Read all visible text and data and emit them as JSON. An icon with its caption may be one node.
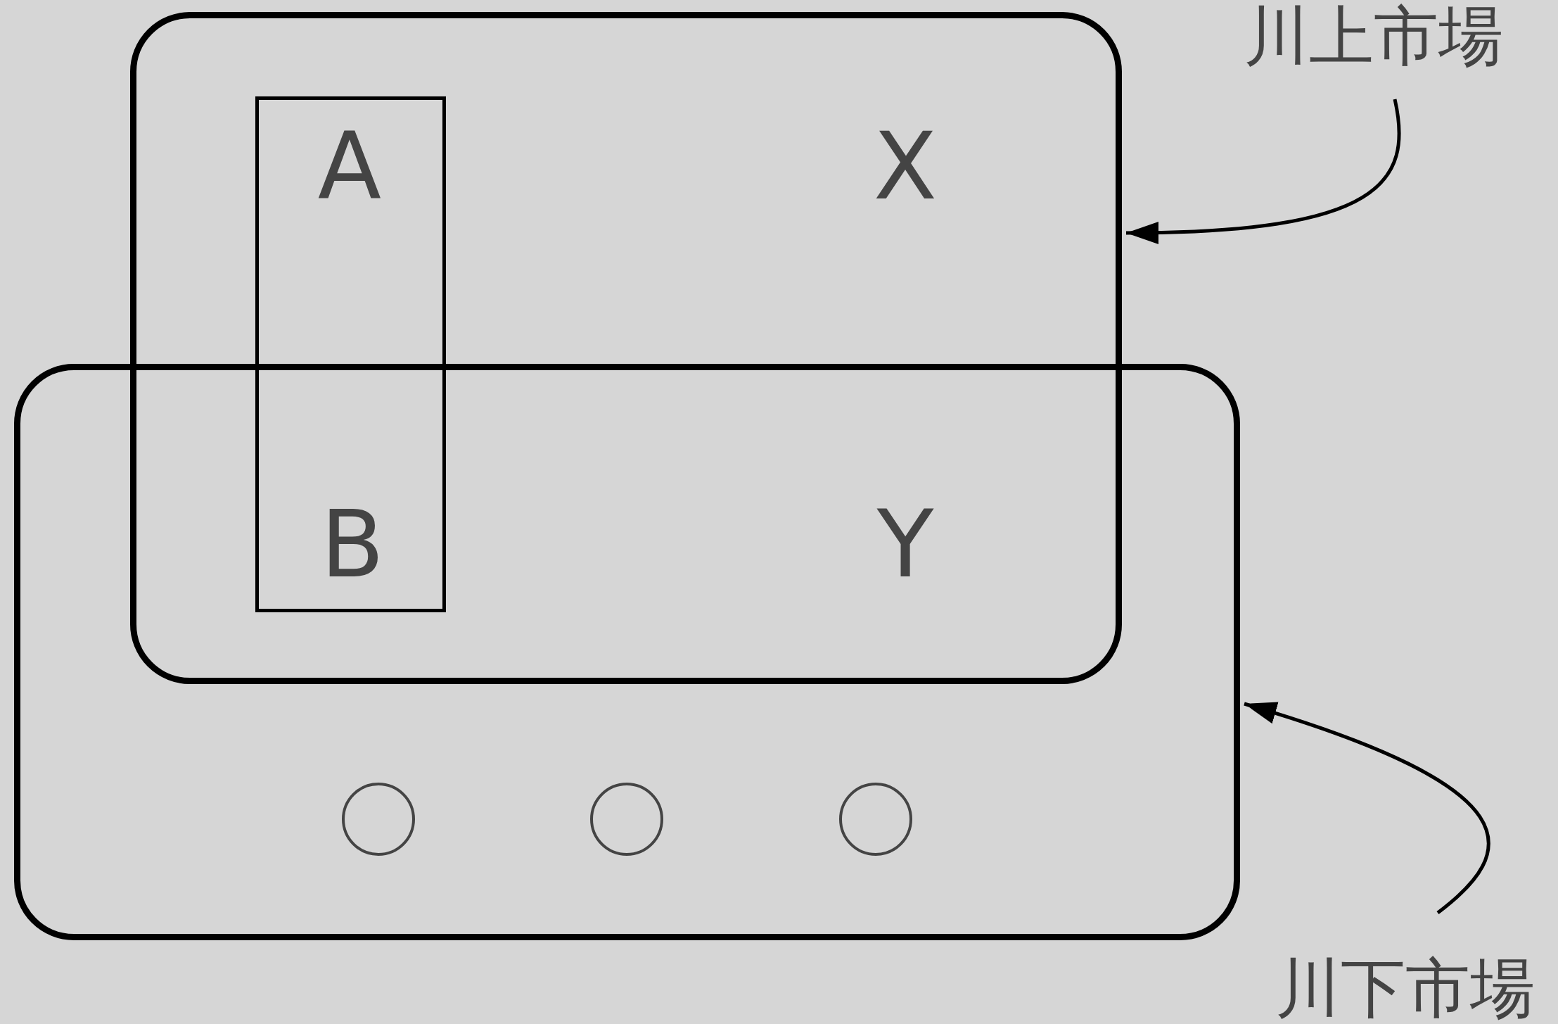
{
  "diagram": {
    "nodes": [
      {
        "text": [],
        "shape": "box"
      },
      {
        "text": [
          "A",
          "B"
        ],
        "in": 0
      },
      {
        "text": [
          "川上市場"
        ]
      },
      {
        "text": [],
        "shape": "box"
      },
      {
        "text": [],
        "shape": "circle",
        "in": 3
      },
      {
        "text": [],
        "shape": "circle",
        "in": 3
      },
      {
        "text": [],
        "shape": "circle",
        "in": 3
      },
      {
        "text": [
          "川下市場"
        ]
      }
    ],
    "edges": [
      {
        "from": 2,
        "to": 0,
        "arrow": "to"
      },
      {
        "from": 7,
        "to": 3,
        "arrow": "to"
      }
    ],
    "labels": [
      "X",
      "Y"
    ]
  }
}
